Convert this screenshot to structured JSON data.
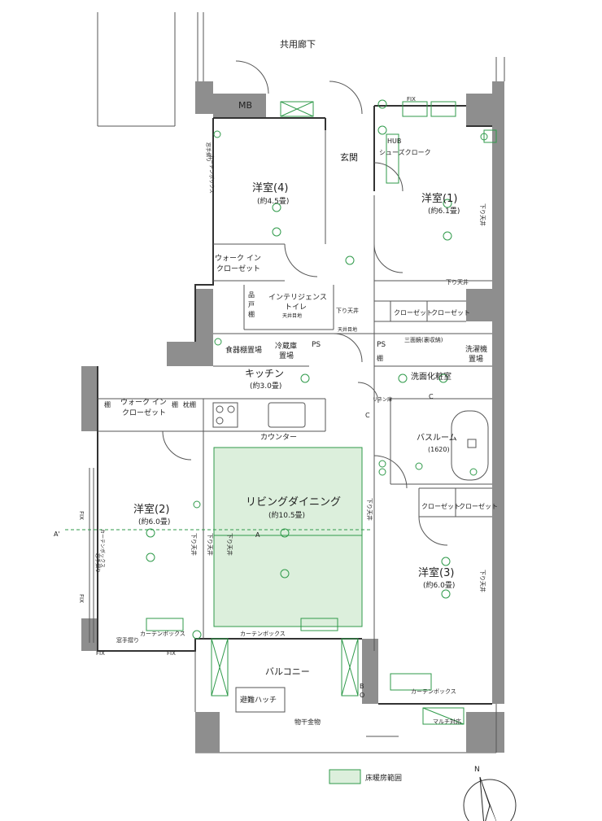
{
  "corridor": "共用廊下",
  "rooms": {
    "mb": "MB",
    "genkan": "玄関",
    "shoes": "シューズクローク",
    "hub": "HUB",
    "r4": "洋室(4)",
    "r4_size": "(約4.5畳)",
    "r1": "洋室(1)",
    "r1_size": "(約6.1畳)",
    "wic1": "ウォーク イン",
    "wic1b": "クローゼット",
    "toilet": "インテリジェンス",
    "toilet_b": "トイレ",
    "shina": "品",
    "shina2": "戸",
    "shina3": "棚",
    "ceiling_eyelevel": "天井目地",
    "closet_a": "クローゼット",
    "closet_b": "クローゼット",
    "tana": "棚",
    "ps1": "PS",
    "ps2": "PS",
    "shokki": "食器棚置場",
    "reizou": "冷蔵庫",
    "reizou2": "置場",
    "sanmen": "三面鏡(裏収納)",
    "sentaku": "洗濯機",
    "sentaku2": "置場",
    "kitchen": "キッチン",
    "kitchen_size": "(約3.0畳)",
    "senmen": "洗面化粧室",
    "wic2": "ウォーク イン",
    "wic2b": "クローゼット",
    "tana2": "棚",
    "tana3": "棚",
    "makura": "枕棚",
    "linen": "リネン庫",
    "counter": "カウンター",
    "bath": "バスルーム",
    "bath_size": "(1620)",
    "r2": "洋室(2)",
    "r2_size": "(約6.0畳)",
    "ldk": "リビングダイニング",
    "ldk_size": "(約10.5畳)",
    "closet_c": "クローゼット",
    "closet_d": "クローゼット",
    "r3": "洋室(3)",
    "r3_size": "(約6.0畳)",
    "balcony": "バルコニー",
    "hatch": "避難ハッチ",
    "hoshi": "物干金物",
    "multi": "マルチ対応"
  },
  "annotations": {
    "fix1": "FIX",
    "fix2": "FIX",
    "fix3": "FIX",
    "fix4": "FIX",
    "fix5": "FIX",
    "kudari1": "下り天井",
    "kudari2": "下り天井",
    "kudari3": "下り天井",
    "kudari4": "下り天井",
    "kudari5": "下り天井",
    "kudari6": "下り天井",
    "kudari7": "下り天井",
    "kudari8": "下り天井",
    "tenjo": "天井目地",
    "curtain1": "カーテンボックス",
    "curtain2": "カーテンボックス",
    "curtain3": "カーテンボックス",
    "curtain4": "カーテンボックス",
    "curtain5": "カーテンボックス",
    "madotesuri1": "窓手摺り",
    "madotesuri2": "窓手摺り",
    "madotesuri3": "窓手摺り",
    "a_label": "A",
    "a_prime": "A'",
    "bo": "B",
    "bo2": "O",
    "c1": "C",
    "c2": "C"
  },
  "legend": {
    "label": "床暖房範囲",
    "color": "#dcefdc"
  },
  "compass": {
    "label": "N"
  },
  "colors": {
    "wall": "#8e8e8e",
    "accent": "#2f9a4a",
    "floorheat": "#dcefdc"
  }
}
